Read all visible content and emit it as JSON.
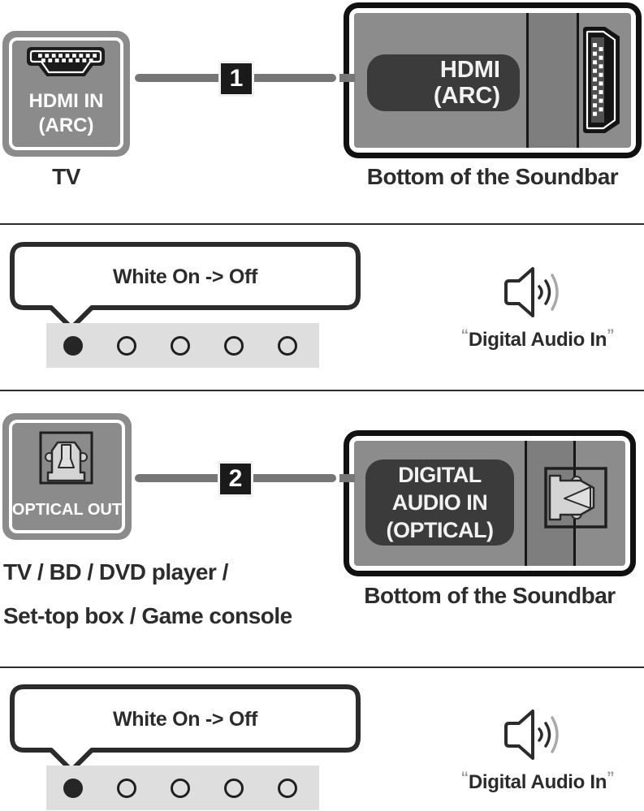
{
  "colors": {
    "ink": "#2b2b2b",
    "panel_gray": "#8c8c8c",
    "panel_strip_gray": "#7e7e7e",
    "pill_dark": "#3b3b3b",
    "card_gray": "#8b8b8b",
    "cable_gray": "#767676",
    "led_strip_gray": "#dedede",
    "badge_black": "#1a1a1a",
    "wave_muted_gray": "#a9a9a9",
    "connector_light_gray": "#d4d4d4"
  },
  "leds": {
    "count": 5,
    "active_index": 0
  },
  "hdmi_connection": {
    "tv_port": {
      "line1": "HDMI IN",
      "line2": "(ARC)"
    },
    "tv_caption": "TV",
    "step_badge": "1",
    "soundbar_port": {
      "line1": "HDMI",
      "line2": "(ARC)"
    },
    "soundbar_caption": "Bottom of the Soundbar"
  },
  "hdmi_indicator": {
    "bubble_text": "White On -> Off",
    "open_quote": "“",
    "voice_prompt": "Digital Audio In",
    "close_quote": "”"
  },
  "optical_connection": {
    "source_port_label": "OPTICAL OUT",
    "source_caption": {
      "line1": "TV / BD / DVD player /",
      "line2": "Set-top box / Game console"
    },
    "step_badge": "2",
    "soundbar_port": {
      "line1": "DIGITAL",
      "line2": "AUDIO IN",
      "line3": "(OPTICAL)"
    },
    "soundbar_caption": "Bottom of the Soundbar"
  },
  "optical_indicator": {
    "bubble_text": "White On -> Off",
    "open_quote": "“",
    "voice_prompt": "Digital Audio In",
    "close_quote": "”"
  }
}
